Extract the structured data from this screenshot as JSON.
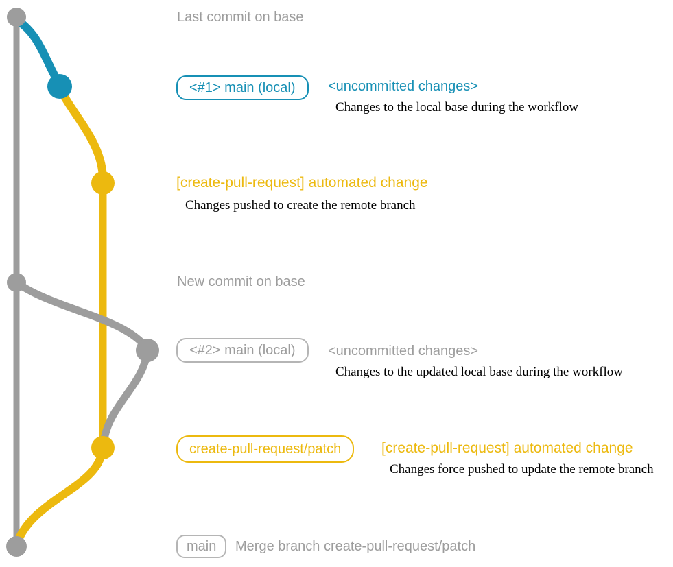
{
  "colors": {
    "gray": "#9d9d9d",
    "teal": "#1790b5",
    "yellow": "#ecb90f",
    "description_text": "#000000",
    "background": "#ffffff"
  },
  "graph": {
    "base_branch": "gray vertical line with commits",
    "nodes": [
      {
        "name": "last-commit-on-base",
        "color": "gray"
      },
      {
        "name": "local-main-1",
        "color": "teal"
      },
      {
        "name": "automated-change-commit-1",
        "color": "yellow"
      },
      {
        "name": "new-commit-on-base",
        "color": "gray"
      },
      {
        "name": "local-main-2",
        "color": "gray"
      },
      {
        "name": "automated-change-commit-2",
        "color": "yellow"
      },
      {
        "name": "merge-commit",
        "color": "gray"
      }
    ]
  },
  "annotations": {
    "last_commit": "Last commit on base",
    "branch1_label": "<#1> main (local)",
    "branch1_status": "<uncommitted changes>",
    "branch1_desc": "Changes to the local base during the workflow",
    "commit1_msg": "[create-pull-request] automated change",
    "commit1_desc": "Changes pushed to create the remote branch",
    "new_commit": "New commit on base",
    "branch2_label": "<#2> main (local)",
    "branch2_status": "<uncommitted changes>",
    "branch2_desc": "Changes to the updated local base during the workflow",
    "patch_branch_label": "create-pull-request/patch",
    "commit2_msg": "[create-pull-request] automated change",
    "commit2_desc": "Changes force pushed to update the remote branch",
    "main_label": "main",
    "merge_msg": "Merge branch create-pull-request/patch"
  }
}
